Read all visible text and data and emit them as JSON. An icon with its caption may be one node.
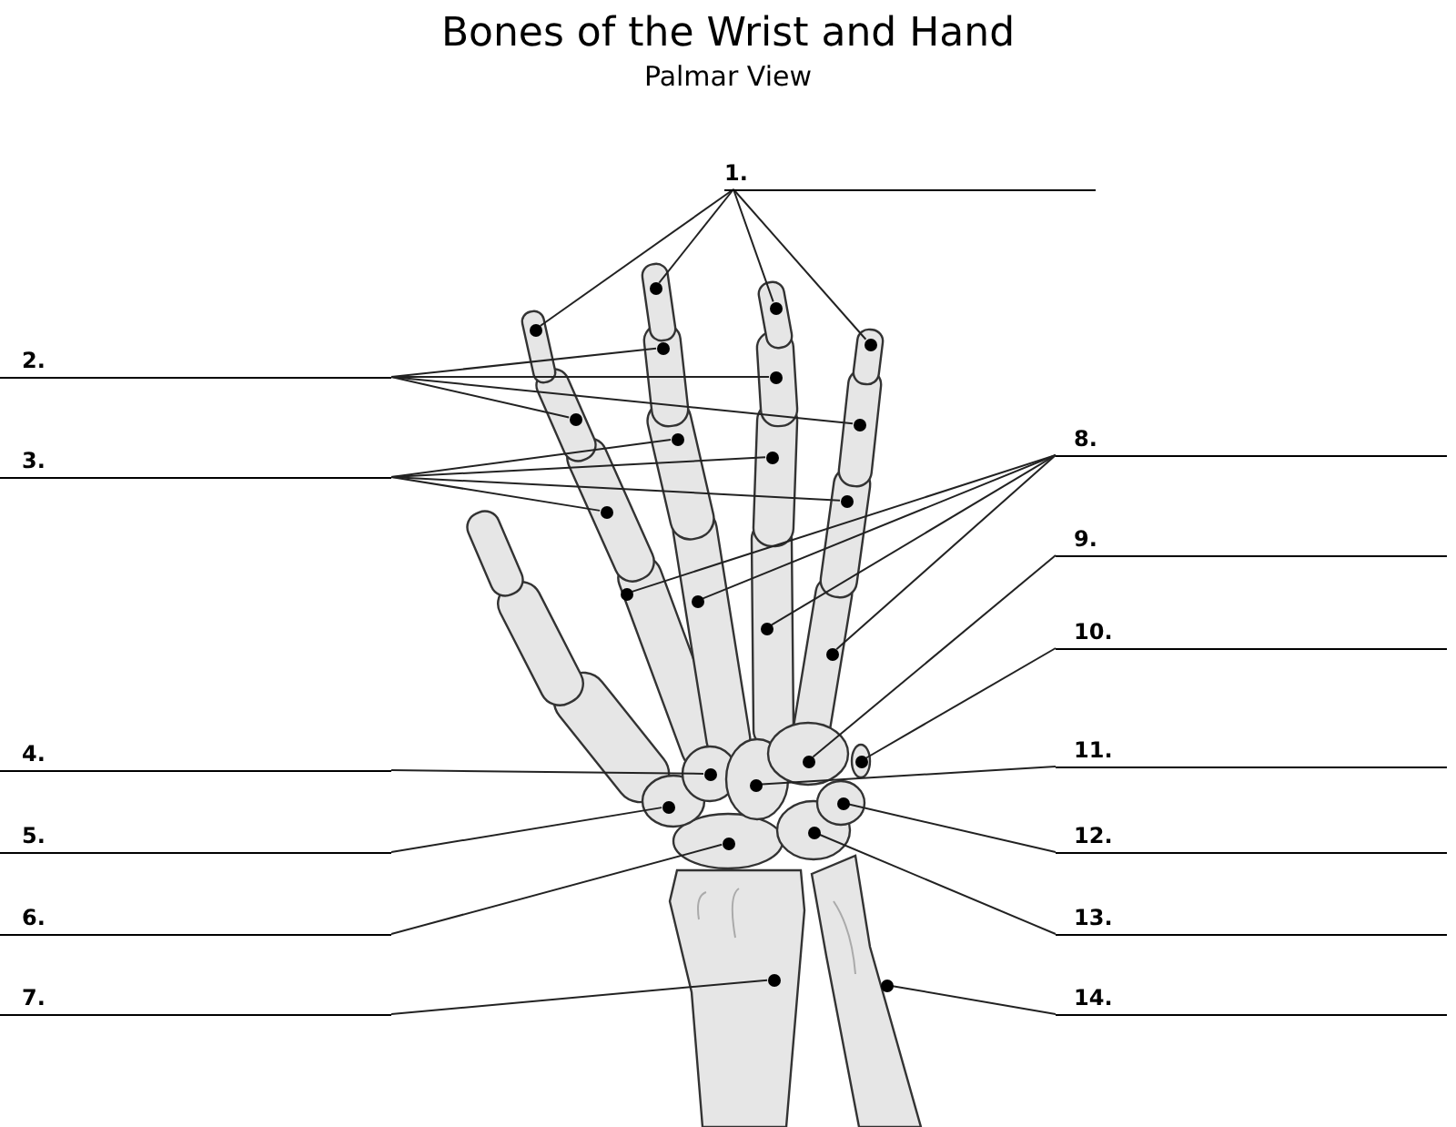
{
  "diagram": {
    "title": "Bones of the Wrist and Hand",
    "nodes": [
      {
        "text": [
          "1."
        ]
      },
      {
        "text": [
          "2."
        ]
      },
      {
        "text": [
          "3."
        ]
      },
      {
        "text": [
          "8."
        ]
      },
      {
        "text": [
          "9."
        ]
      },
      {
        "text": [
          "10."
        ]
      },
      {
        "text": [
          "4."
        ]
      },
      {
        "text": [
          "11."
        ]
      },
      {
        "text": [
          "5."
        ]
      },
      {
        "text": [
          "12."
        ]
      },
      {
        "text": [
          "6."
        ]
      },
      {
        "text": [
          "13."
        ]
      },
      {
        "text": [
          "7."
        ]
      },
      {
        "text": [
          "14."
        ]
      },
      {
        "text": [],
        "shape": "dot"
      },
      {
        "text": [],
        "shape": "dot"
      },
      {
        "text": [],
        "shape": "dot"
      },
      {
        "text": [],
        "shape": "dot"
      },
      {
        "text": [],
        "shape": "dot"
      },
      {
        "text": [],
        "shape": "dot"
      },
      {
        "text": [],
        "shape": "dot"
      },
      {
        "text": [],
        "shape": "dot"
      },
      {
        "text": [],
        "shape": "dot"
      },
      {
        "text": [],
        "shape": "dot"
      },
      {
        "text": [],
        "shape": "dot"
      },
      {
        "text": [],
        "shape": "dot"
      },
      {
        "text": [],
        "shape": "dot"
      },
      {
        "text": [],
        "shape": "dot"
      },
      {
        "text": [],
        "shape": "dot"
      },
      {
        "text": [],
        "shape": "dot"
      },
      {
        "text": [],
        "shape": "dot"
      },
      {
        "text": [],
        "shape": "dot"
      },
      {
        "text": [],
        "shape": "dot"
      },
      {
        "text": [],
        "shape": "dot"
      },
      {
        "text": [],
        "shape": "dot"
      },
      {
        "text": [],
        "shape": "dot"
      },
      {
        "text": [],
        "shape": "dot"
      },
      {
        "text": [],
        "shape": "dot"
      },
      {
        "text": [],
        "shape": "dot"
      },
      {
        "text": [],
        "shape": "dot"
      }
    ],
    "edges": [
      {
        "from": 0,
        "to": 14,
        "arrow": "none"
      },
      {
        "from": 0,
        "to": 15,
        "arrow": "none"
      },
      {
        "from": 0,
        "to": 16,
        "arrow": "none"
      },
      {
        "from": 0,
        "to": 17,
        "arrow": "none"
      },
      {
        "from": 1,
        "to": 18,
        "arrow": "none"
      },
      {
        "from": 1,
        "to": 19,
        "arrow": "none"
      },
      {
        "from": 1,
        "to": 20,
        "arrow": "none"
      },
      {
        "from": 1,
        "to": 21,
        "arrow": "none"
      },
      {
        "from": 2,
        "to": 22,
        "arrow": "none"
      },
      {
        "from": 2,
        "to": 23,
        "arrow": "none"
      },
      {
        "from": 2,
        "to": 24,
        "arrow": "none"
      },
      {
        "from": 2,
        "to": 25,
        "arrow": "none"
      },
      {
        "from": 3,
        "to": 26,
        "arrow": "none"
      },
      {
        "from": 3,
        "to": 27,
        "arrow": "none"
      },
      {
        "from": 3,
        "to": 28,
        "arrow": "none"
      },
      {
        "from": 3,
        "to": 29,
        "arrow": "none"
      },
      {
        "from": 4,
        "to": 30,
        "arrow": "none"
      },
      {
        "from": 5,
        "to": 31,
        "arrow": "none"
      },
      {
        "from": 6,
        "to": 32,
        "arrow": "none"
      },
      {
        "from": 7,
        "to": 33,
        "arrow": "none"
      },
      {
        "from": 8,
        "to": 34,
        "arrow": "none"
      },
      {
        "from": 9,
        "to": 35,
        "arrow": "none"
      },
      {
        "from": 10,
        "to": 36,
        "arrow": "none"
      },
      {
        "from": 11,
        "to": 37,
        "arrow": "none"
      },
      {
        "from": 12,
        "to": 38,
        "arrow": "none"
      },
      {
        "from": 13,
        "to": 39,
        "arrow": "none"
      }
    ],
    "labels": [
      "Palmar View"
    ]
  }
}
